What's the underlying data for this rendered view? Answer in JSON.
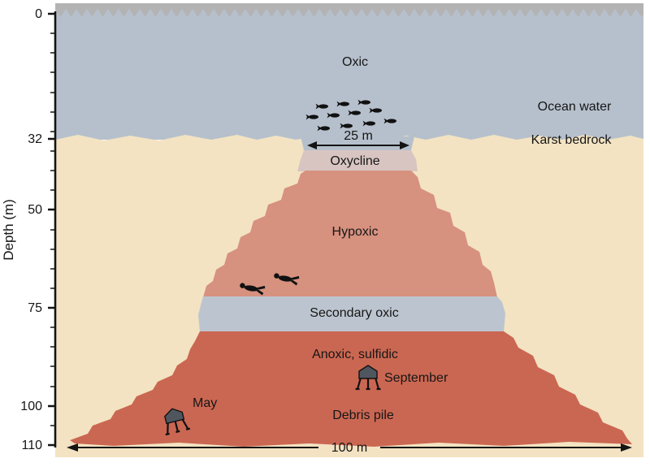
{
  "figure": {
    "axis": {
      "label": "Depth (m)",
      "ticks": [
        "0",
        "32",
        "50",
        "75",
        "100",
        "110"
      ]
    },
    "zones": {
      "oxic": "Oxic",
      "oxycline": "Oxycline",
      "hypoxic": "Hypoxic",
      "secondary_oxic": "Secondary oxic",
      "anoxic_sulfidic": "Anoxic, sulfidic",
      "debris_pile": "Debris pile"
    },
    "environment": {
      "ocean_water": "Ocean water",
      "karst_bedrock": "Karst bedrock"
    },
    "landers": {
      "may": "May",
      "september": "September"
    },
    "scale_bars": {
      "opening_width": "25 m",
      "bottom_width": "100 m"
    },
    "colors": {
      "ocean_water": "#b6c0cc",
      "karst_bedrock": "#f3e3c2",
      "oxycline": "#d8c5c2",
      "hypoxic": "#d7917f",
      "secondary_oxic": "#bcc5cf",
      "anoxic": "#ca6752",
      "surface_waves": "#b3b3b4"
    }
  }
}
